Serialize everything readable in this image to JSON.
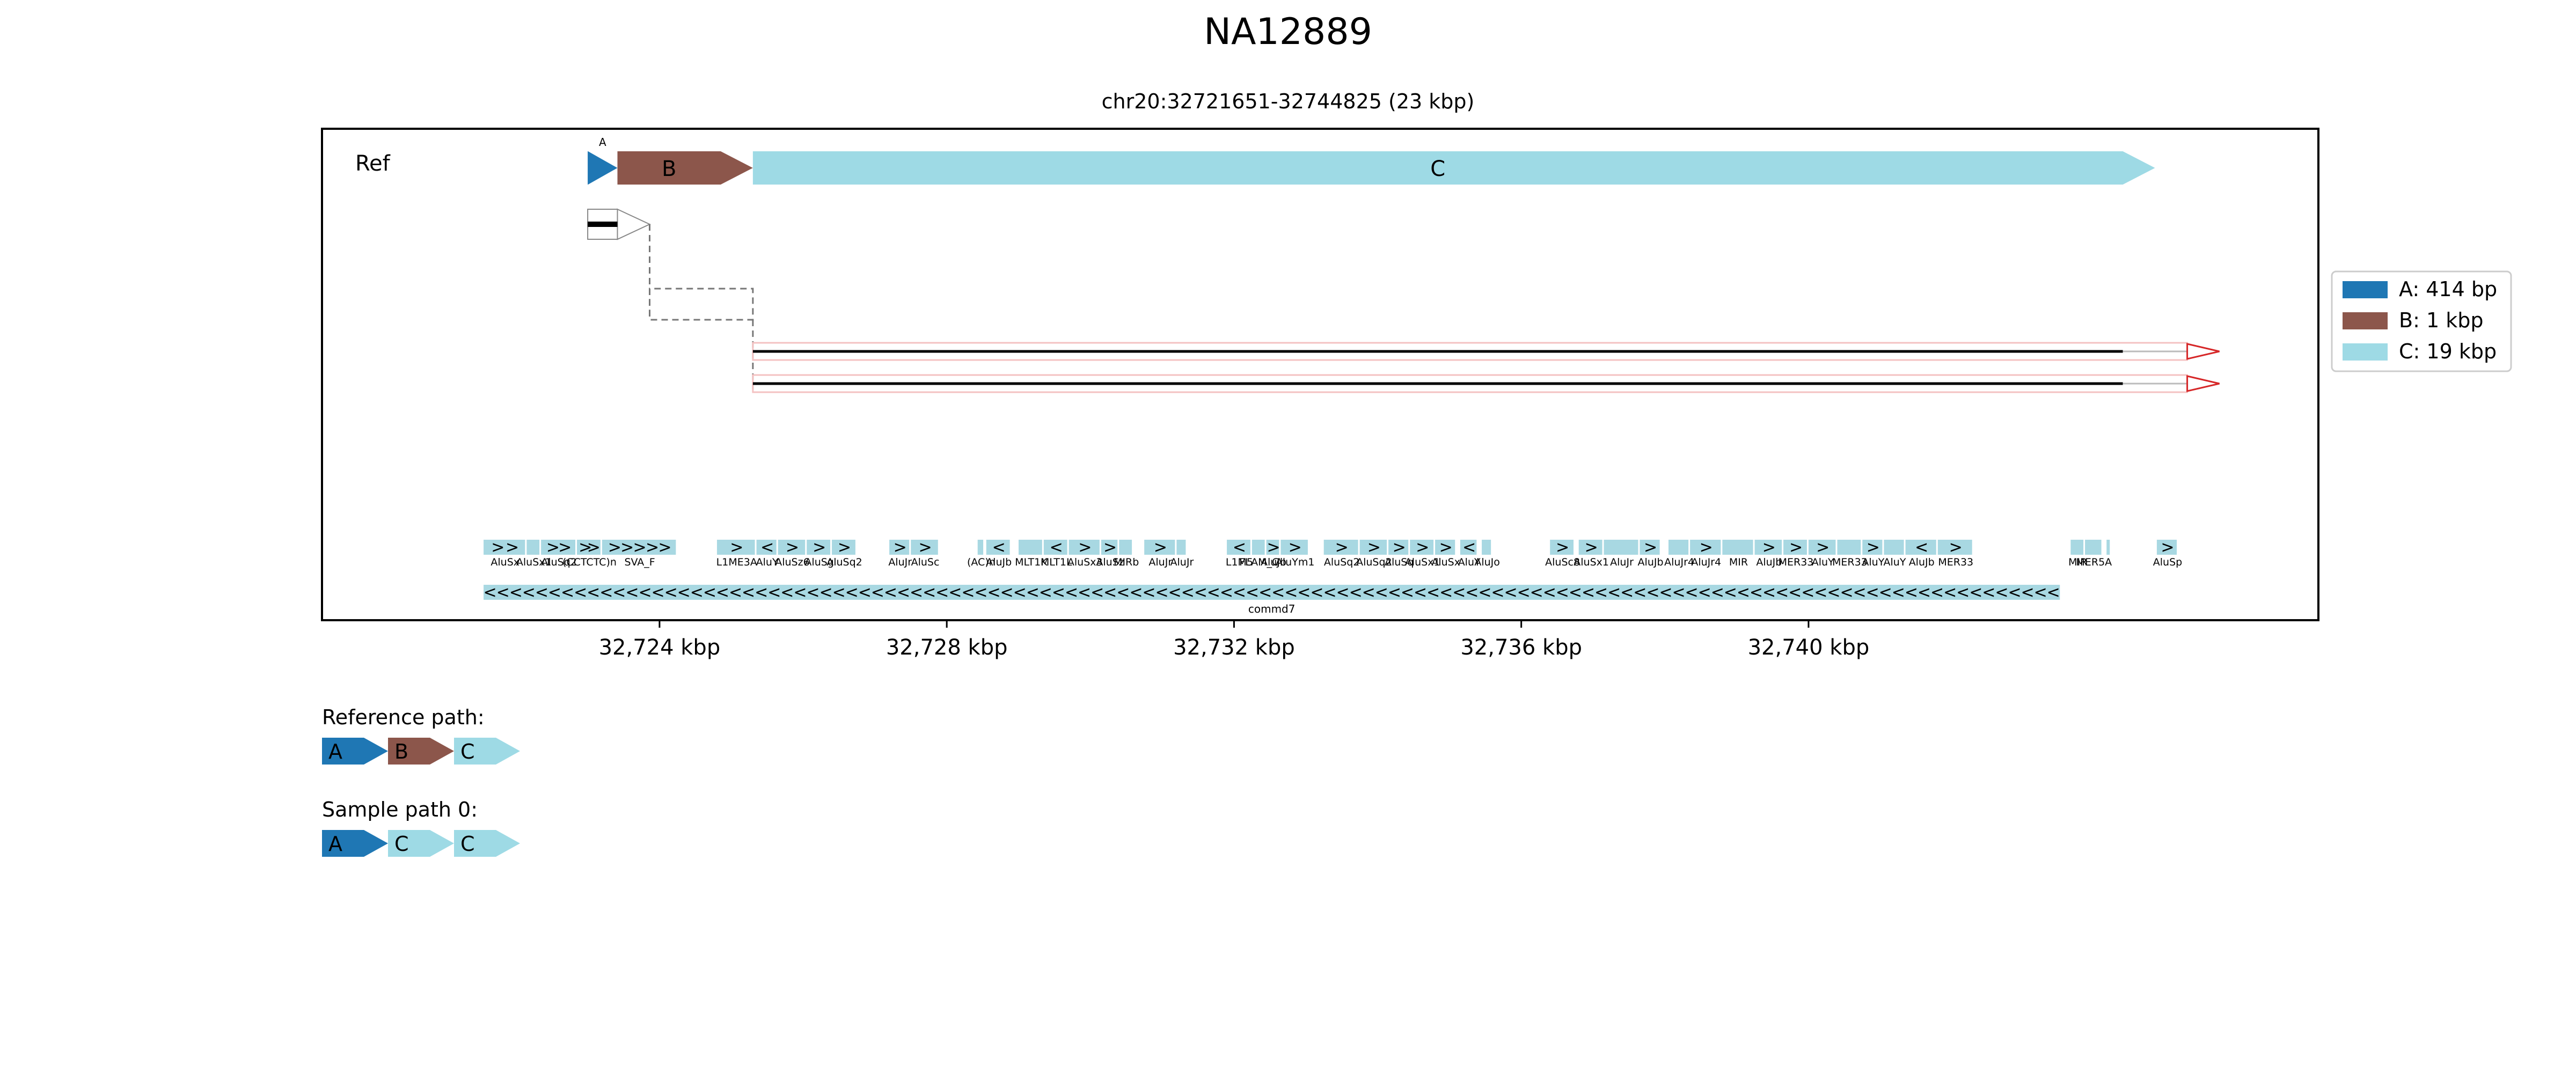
{
  "title": "NA12889",
  "subtitle": "chr20:32721651-32744825 (23 kbp)",
  "ref_label": "Ref",
  "colors": {
    "A": "#1f77b4",
    "B": "#8c564b",
    "C": "#9edae5",
    "read_outline": "#d62728",
    "read_shadow": "#f4c2c2",
    "repeat": "#a8d8e2"
  },
  "segments": [
    {
      "name": "A",
      "label": "A",
      "start": 32723000,
      "end": 32723414,
      "color": "#1f77b4"
    },
    {
      "name": "B",
      "label": "B",
      "start": 32723414,
      "end": 32725300,
      "color": "#8c564b"
    },
    {
      "name": "C",
      "label": "C",
      "start": 32725300,
      "end": 32744825,
      "color": "#9edae5"
    }
  ],
  "axis": {
    "domain": [
      32719300,
      32747100
    ],
    "ticks": [
      {
        "value": 32724000,
        "label": "32,724 kbp"
      },
      {
        "value": 32728000,
        "label": "32,728 kbp"
      },
      {
        "value": 32732000,
        "label": "32,732 kbp"
      },
      {
        "value": 32736000,
        "label": "32,736 kbp"
      },
      {
        "value": 32740000,
        "label": "32,740 kbp"
      }
    ]
  },
  "legend": [
    {
      "key": "A",
      "label": "A: 414 bp",
      "color": "#1f77b4"
    },
    {
      "key": "B",
      "label": "B: 1 kbp",
      "color": "#8c564b"
    },
    {
      "key": "C",
      "label": "C: 19 kbp",
      "color": "#9edae5"
    }
  ],
  "repeats": [
    {
      "start": 32721550,
      "end": 32722150,
      "label": "AluSx",
      "arrows": ">>"
    },
    {
      "start": 32722150,
      "end": 32722350,
      "label": "AluSx1",
      "arrows": ""
    },
    {
      "start": 32722350,
      "end": 32722850,
      "label": "AluSq2",
      "arrows": ">>"
    },
    {
      "start": 32722850,
      "end": 32723200,
      "label": "(CCTCTC)n",
      "arrows": ">>"
    },
    {
      "start": 32723200,
      "end": 32724250,
      "label": "SVA_F",
      "arrows": ">>>>>"
    },
    {
      "start": 32724800,
      "end": 32725350,
      "label": "L1ME3A",
      "arrows": ">"
    },
    {
      "start": 32725350,
      "end": 32725650,
      "label": "AluY",
      "arrows": "<"
    },
    {
      "start": 32725650,
      "end": 32726050,
      "label": "AluSz6",
      "arrows": ">"
    },
    {
      "start": 32726050,
      "end": 32726400,
      "label": "AluSg",
      "arrows": ">"
    },
    {
      "start": 32726400,
      "end": 32726750,
      "label": "AluSq2",
      "arrows": ">"
    },
    {
      "start": 32727200,
      "end": 32727500,
      "label": "AluJr",
      "arrows": ">"
    },
    {
      "start": 32727500,
      "end": 32727900,
      "label": "AluSc",
      "arrows": ">"
    },
    {
      "start": 32728430,
      "end": 32728530,
      "label": "(AC)n",
      "arrows": ""
    },
    {
      "start": 32728550,
      "end": 32728900,
      "label": "AluJb",
      "arrows": "<"
    },
    {
      "start": 32729000,
      "end": 32729350,
      "label": "MLT1K",
      "arrows": ""
    },
    {
      "start": 32729350,
      "end": 32729700,
      "label": "MLT1L",
      "arrows": "<"
    },
    {
      "start": 32729700,
      "end": 32730150,
      "label": "AluSx3",
      "arrows": ">"
    },
    {
      "start": 32730150,
      "end": 32730400,
      "label": "AluSz",
      "arrows": ">"
    },
    {
      "start": 32730400,
      "end": 32730600,
      "label": "MIRb",
      "arrows": ""
    },
    {
      "start": 32730750,
      "end": 32731200,
      "label": "AluJr",
      "arrows": ">"
    },
    {
      "start": 32731200,
      "end": 32731350,
      "label": "AluJr",
      "arrows": ""
    },
    {
      "start": 32731900,
      "end": 32732250,
      "label": "L1M5",
      "arrows": "<"
    },
    {
      "start": 32732250,
      "end": 32732450,
      "label": "FLAM_C",
      "arrows": ""
    },
    {
      "start": 32732450,
      "end": 32732650,
      "label": "AluJb",
      "arrows": ">"
    },
    {
      "start": 32732650,
      "end": 32733050,
      "label": "AluYm1",
      "arrows": ">"
    },
    {
      "start": 32733250,
      "end": 32733750,
      "label": "AluSq2",
      "arrows": ">"
    },
    {
      "start": 32733750,
      "end": 32734150,
      "label": "AluSq2",
      "arrows": ">"
    },
    {
      "start": 32734150,
      "end": 32734450,
      "label": "AluSq",
      "arrows": ">"
    },
    {
      "start": 32734450,
      "end": 32734800,
      "label": "AluSx1",
      "arrows": ">"
    },
    {
      "start": 32734800,
      "end": 32735100,
      "label": "AluSx",
      "arrows": ">"
    },
    {
      "start": 32735150,
      "end": 32735400,
      "label": "AluY",
      "arrows": "<"
    },
    {
      "start": 32735450,
      "end": 32735600,
      "label": "AluJo",
      "arrows": ""
    },
    {
      "start": 32736400,
      "end": 32736750,
      "label": "AluSc8",
      "arrows": ">"
    },
    {
      "start": 32736800,
      "end": 32737150,
      "label": "AluSx1",
      "arrows": ">"
    },
    {
      "start": 32737150,
      "end": 32737650,
      "label": "AluJr",
      "arrows": ""
    },
    {
      "start": 32737650,
      "end": 32737950,
      "label": "AluJb",
      "arrows": ">"
    },
    {
      "start": 32738050,
      "end": 32738350,
      "label": "AluJr4",
      "arrows": ""
    },
    {
      "start": 32738350,
      "end": 32738800,
      "label": "AluJr4",
      "arrows": ">"
    },
    {
      "start": 32738800,
      "end": 32739250,
      "label": "MIR",
      "arrows": ""
    },
    {
      "start": 32739250,
      "end": 32739650,
      "label": "AluJb",
      "arrows": ">"
    },
    {
      "start": 32739650,
      "end": 32740000,
      "label": "MER33",
      "arrows": ">"
    },
    {
      "start": 32740000,
      "end": 32740400,
      "label": "AluY",
      "arrows": ">"
    },
    {
      "start": 32740400,
      "end": 32740750,
      "label": "MER33",
      "arrows": ""
    },
    {
      "start": 32740750,
      "end": 32741050,
      "label": "AluY",
      "arrows": ">"
    },
    {
      "start": 32741050,
      "end": 32741350,
      "label": "AluY",
      "arrows": ""
    },
    {
      "start": 32741350,
      "end": 32741800,
      "label": "AluJb",
      "arrows": "<"
    },
    {
      "start": 32741800,
      "end": 32742300,
      "label": "MER33",
      "arrows": ">"
    },
    {
      "start": 32743650,
      "end": 32743850,
      "label": "MIR",
      "arrows": ""
    },
    {
      "start": 32743850,
      "end": 32744100,
      "label": "MER5A",
      "arrows": ""
    },
    {
      "start": 32744150,
      "end": 32744200,
      "label": "",
      "arrows": ""
    },
    {
      "start": 32744850,
      "end": 32745150,
      "label": "AluSp",
      "arrows": ">"
    }
  ],
  "gene": {
    "name": "commd7",
    "start": 32721550,
    "end": 32743500,
    "strand": "<"
  },
  "read_rows": [
    {
      "dashed": false
    },
    {
      "dashed": true
    },
    {
      "dashed": false
    },
    {
      "dashed": false
    }
  ],
  "paths": [
    {
      "label": "Reference path:",
      "segments": [
        "A",
        "B",
        "C"
      ]
    },
    {
      "label": "Sample path 0:",
      "segments": [
        "A",
        "C",
        "C"
      ]
    }
  ]
}
